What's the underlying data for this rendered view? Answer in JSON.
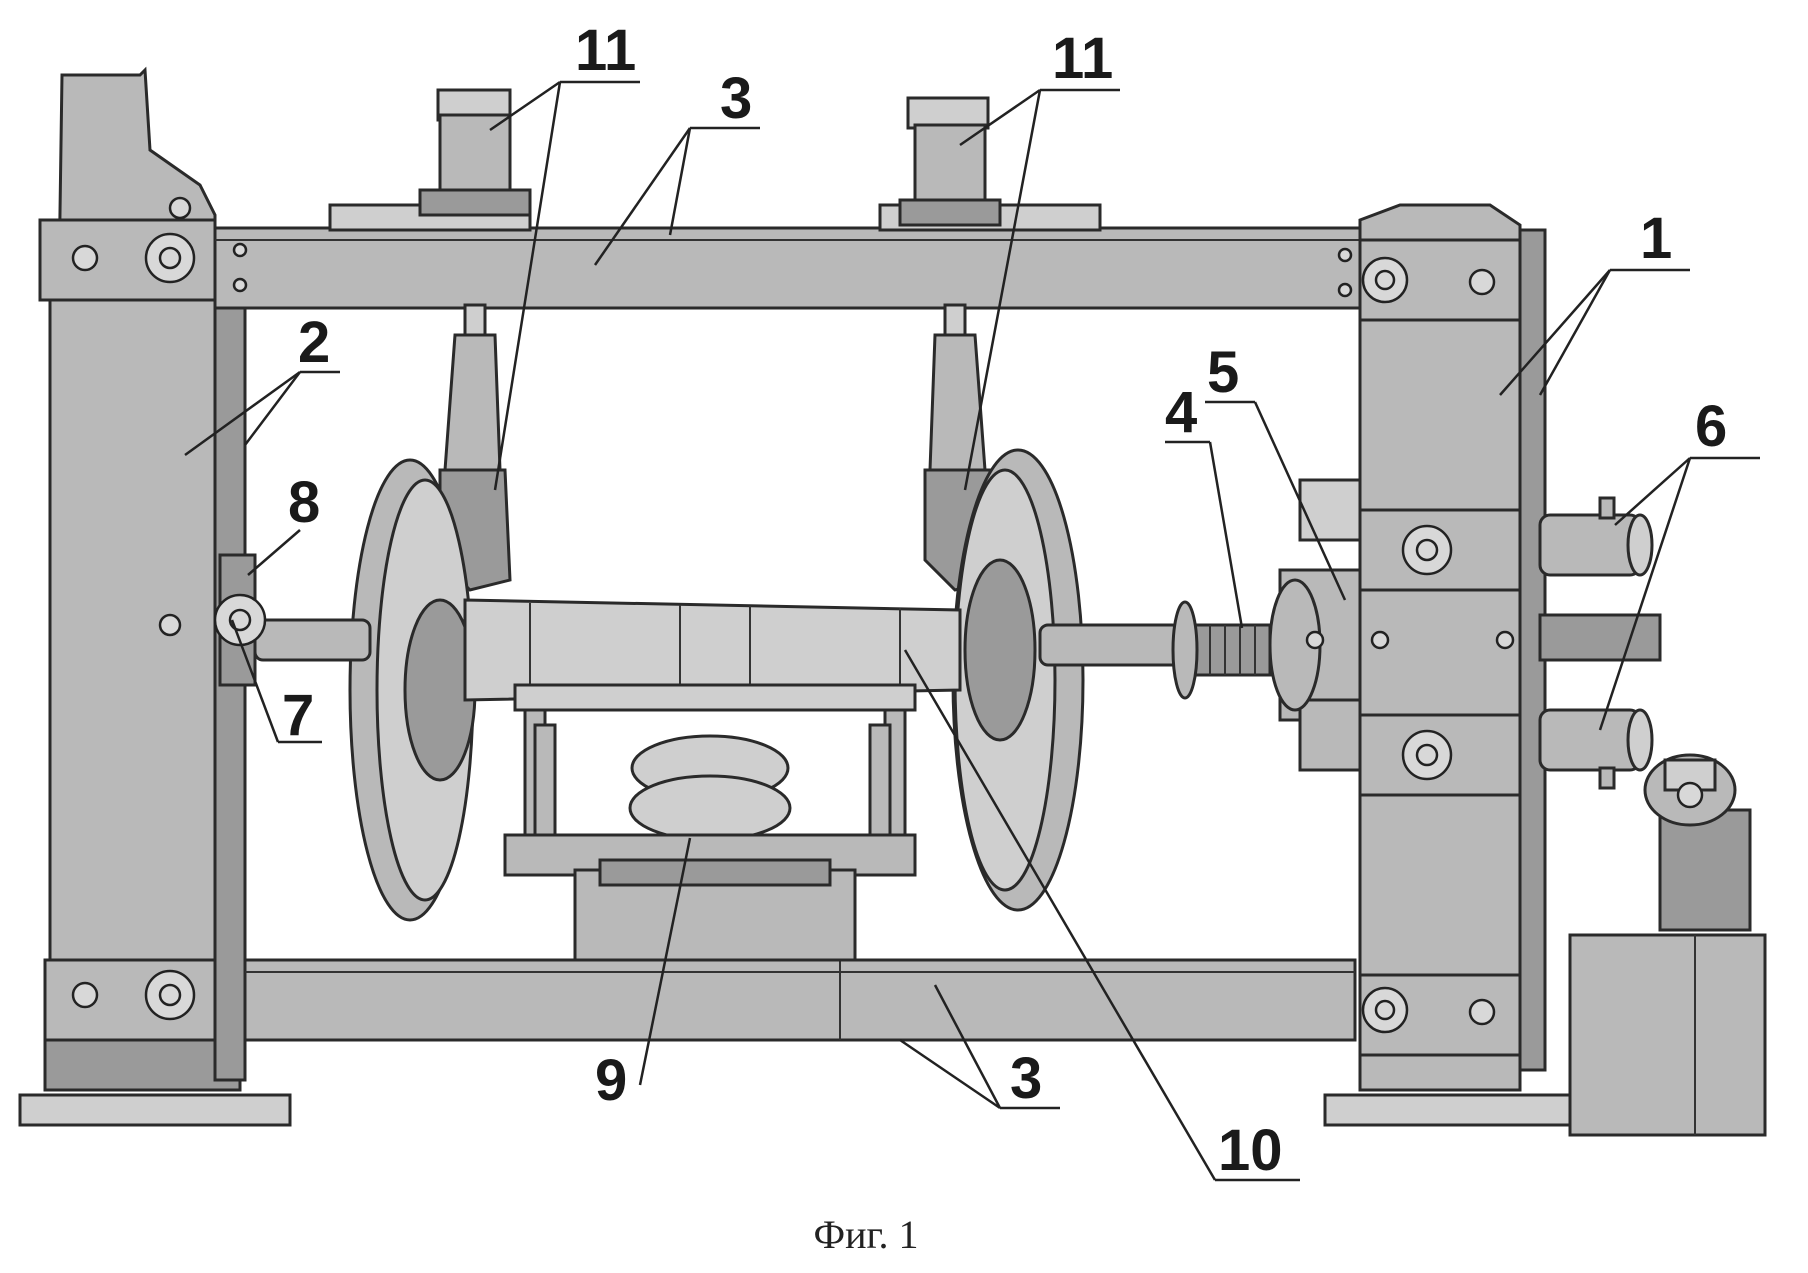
{
  "caption": "Фиг. 1",
  "labels": {
    "l1": "1",
    "l2": "2",
    "l3_top": "3",
    "l3_bottom": "3",
    "l4": "4",
    "l5": "5",
    "l6": "6",
    "l7": "7",
    "l8": "8",
    "l9": "9",
    "l10": "10",
    "l11_left": "11",
    "l11_right": "11"
  }
}
